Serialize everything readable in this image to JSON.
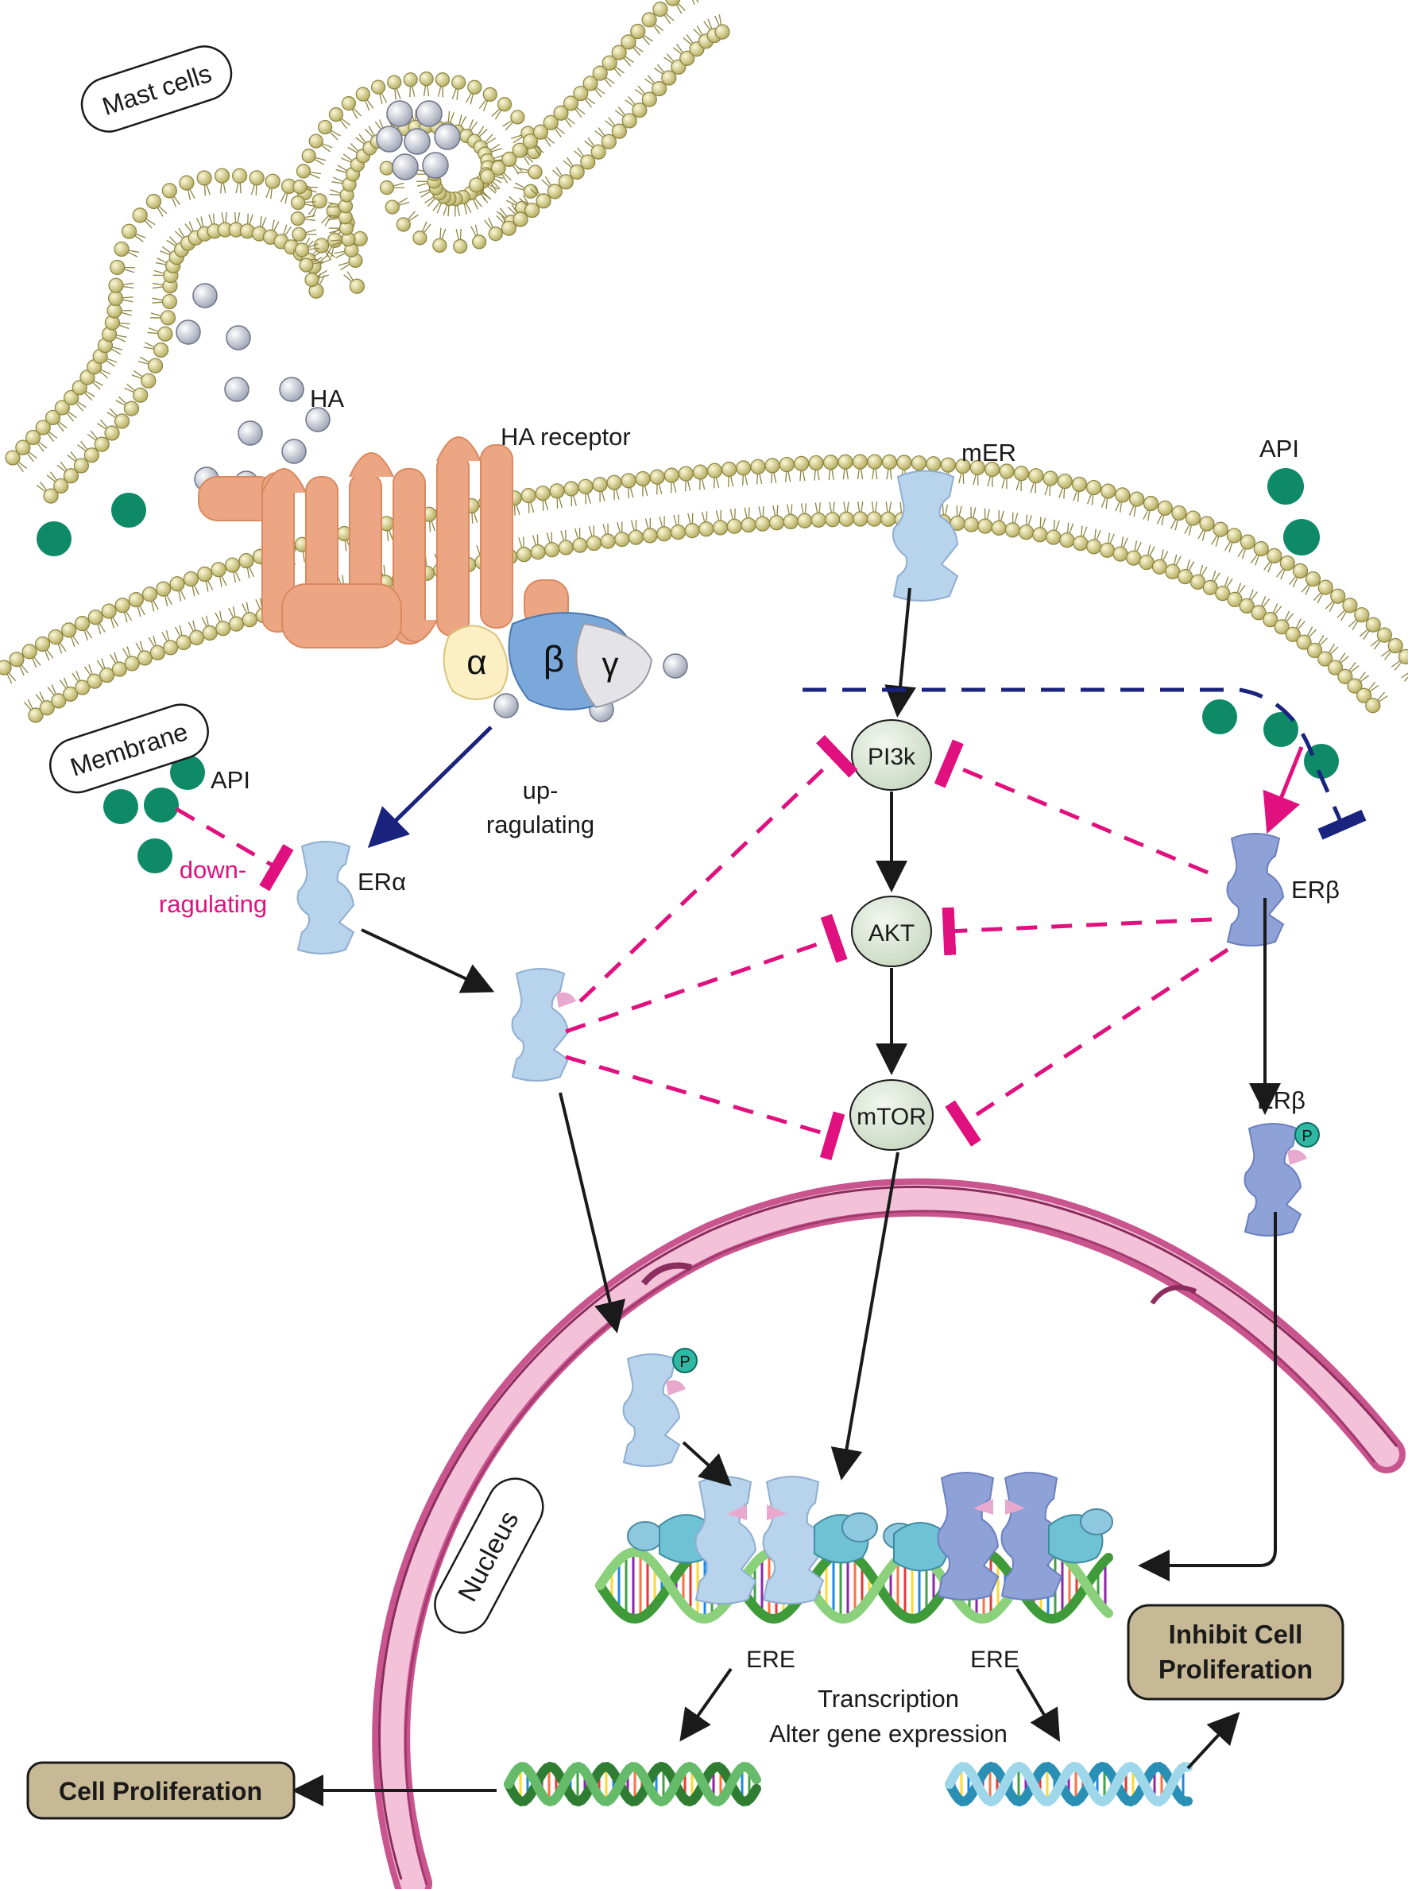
{
  "labels": {
    "mast_cells": "Mast cells",
    "membrane": "Membrane",
    "nucleus": "Nucleus",
    "ha": "HA",
    "ha_receptor": "HA receptor",
    "mer": "mER",
    "api_top": "API",
    "api_left": "API",
    "alpha": "α",
    "beta": "β",
    "gamma": "γ",
    "up_1": "up-",
    "up_2": "ragulating",
    "down_1": "down-",
    "down_2": "ragulating",
    "er_alpha": "ERα",
    "er_beta": "ERβ",
    "er_beta_2": "ERβ",
    "pi3k": "PI3k",
    "akt": "AKT",
    "mtor": "mTOR",
    "p1": "P",
    "p2": "P",
    "ere_left": "ERE",
    "ere_right": "ERE",
    "transcription_1": "Transcription",
    "transcription_2": "Alter gene expression",
    "cell_proliferation": "Cell Proliferation",
    "inhibit_1": "Inhibit Cell",
    "inhibit_2": "Proliferation"
  },
  "colors": {
    "lipid_head": "#cfc98a",
    "lipid_edge": "#8c8440",
    "receptor": "#eda683",
    "er_light": "#b8d3ec",
    "er_dark": "#8fa2d8",
    "api": "#0f8a67",
    "pink_arrow": "#e0117f",
    "navy_arrow": "#1a237e",
    "kinase": "#dfeadb",
    "box": "#c7b995",
    "nucleus": "#d96aa0"
  }
}
